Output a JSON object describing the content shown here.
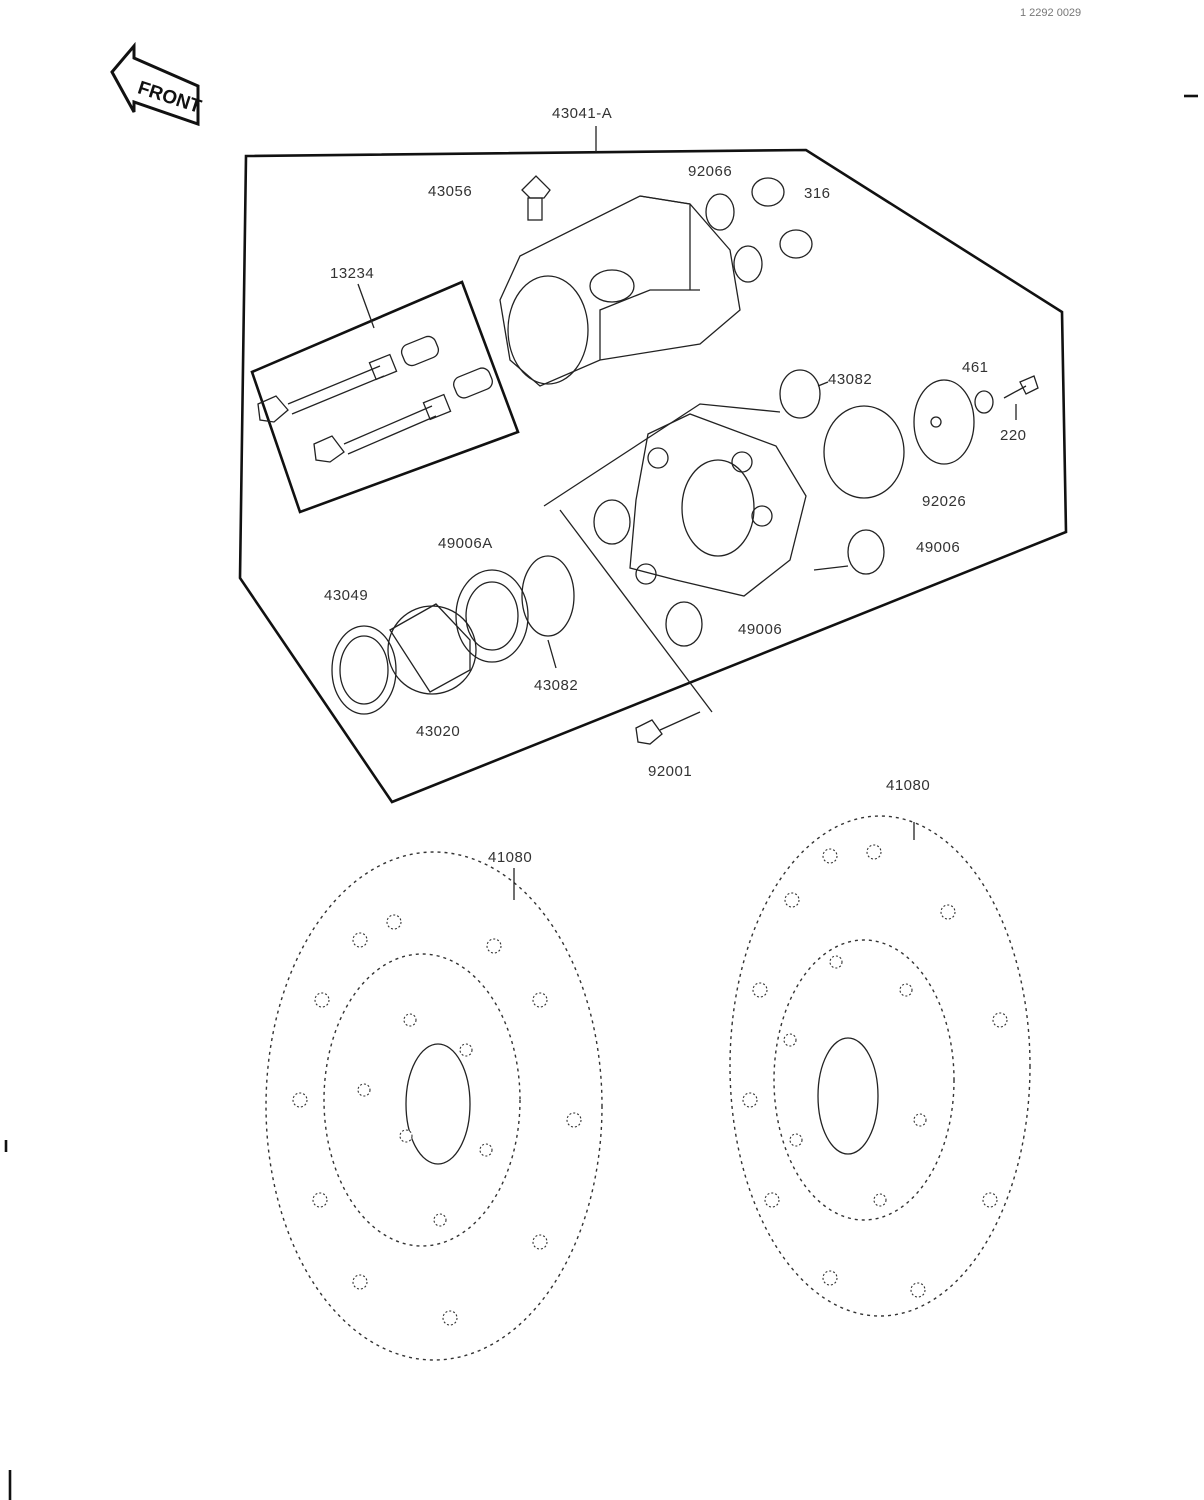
{
  "header": {
    "ref_code": "1 2292 0029",
    "front_arrow_label": "FRONT"
  },
  "parts": {
    "assembly": "43041-A",
    "bleeder_valve": "43056",
    "seal_outer": "92066",
    "cap_small": "316",
    "pin_set": "13234",
    "boot_upper": "43082",
    "washer": "461",
    "bolt_small": "220",
    "caliper_cover": "92026",
    "bushing_right": "49006",
    "dust_seal": "49006A",
    "piston_seal": "43049",
    "boot_lower": "43082",
    "piston": "43020",
    "bushing_lower": "49006",
    "mount_bolt": "92001",
    "disc_right": "41080",
    "disc_left": "41080"
  }
}
